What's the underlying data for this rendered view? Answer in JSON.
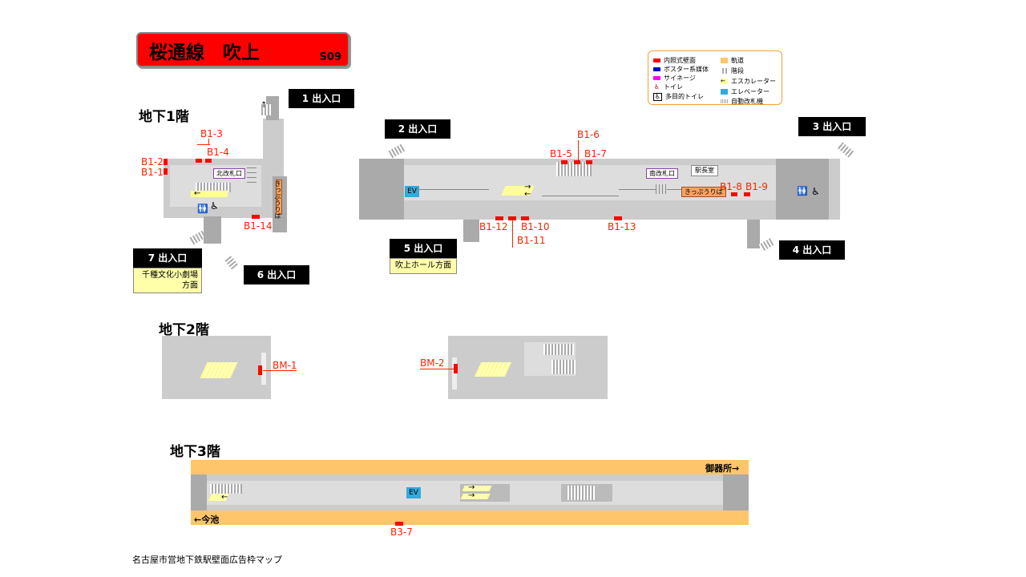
{
  "title": {
    "line_station": "桜通線　吹上",
    "code": "S09"
  },
  "floors": {
    "b1": "地下1階",
    "b2": "地下2階",
    "b3": "地下3階"
  },
  "exits": {
    "e1": "1 出入口",
    "e2": "2 出入口",
    "e3": "3 出入口",
    "e4": "4 出入口",
    "e5": "5 出入口",
    "e6": "6 出入口",
    "e7": "7 出入口"
  },
  "exit_notes": {
    "e7": "千種文化小劇場\n方面",
    "e5": "吹上ホール方面"
  },
  "signs": {
    "north_gate": "北改札口",
    "south_gate": "南改札口",
    "station_office": "駅長室",
    "ticket": "きっぷうりば"
  },
  "ev_label": "EV",
  "ads": {
    "b1_1": "B1-1",
    "b1_2": "B1-2",
    "b1_3": "B1-3",
    "b1_4": "B1-4",
    "b1_5": "B1-5",
    "b1_6": "B1-6",
    "b1_7": "B1-7",
    "b1_8": "B1-8",
    "b1_9": "B1-9",
    "b1_10": "B1-10",
    "b1_11": "B1-11",
    "b1_12": "B1-12",
    "b1_13": "B1-13",
    "b1_14": "B1-14",
    "bm_1": "BM-1",
    "bm_2": "BM-2",
    "b3_7": "B3-7"
  },
  "legend": {
    "items": [
      {
        "label": "内照式壁面",
        "color": "#ff0000"
      },
      {
        "label": "ポスター系媒体",
        "color": "#0000cc"
      },
      {
        "label": "サイネージ",
        "color": "#ff00ff"
      },
      {
        "label": "トイレ",
        "icon": "toilet-icon"
      },
      {
        "label": "多目的トイレ",
        "icon": "accessible-toilet-icon"
      },
      {
        "label": "軌道",
        "icon": "track-icon"
      },
      {
        "label": "階段",
        "icon": "stairs-icon"
      },
      {
        "label": "エスカレーター",
        "icon": "escalator-icon"
      },
      {
        "label": "エレベーター",
        "icon": "elevator-icon"
      },
      {
        "label": "自動改札機",
        "icon": "ticket-gate-icon"
      }
    ]
  },
  "directions": {
    "gokiso": "御器所→",
    "imaike": "←今池"
  },
  "footer": "名古屋市営地下鉄駅壁面広告枠マップ"
}
